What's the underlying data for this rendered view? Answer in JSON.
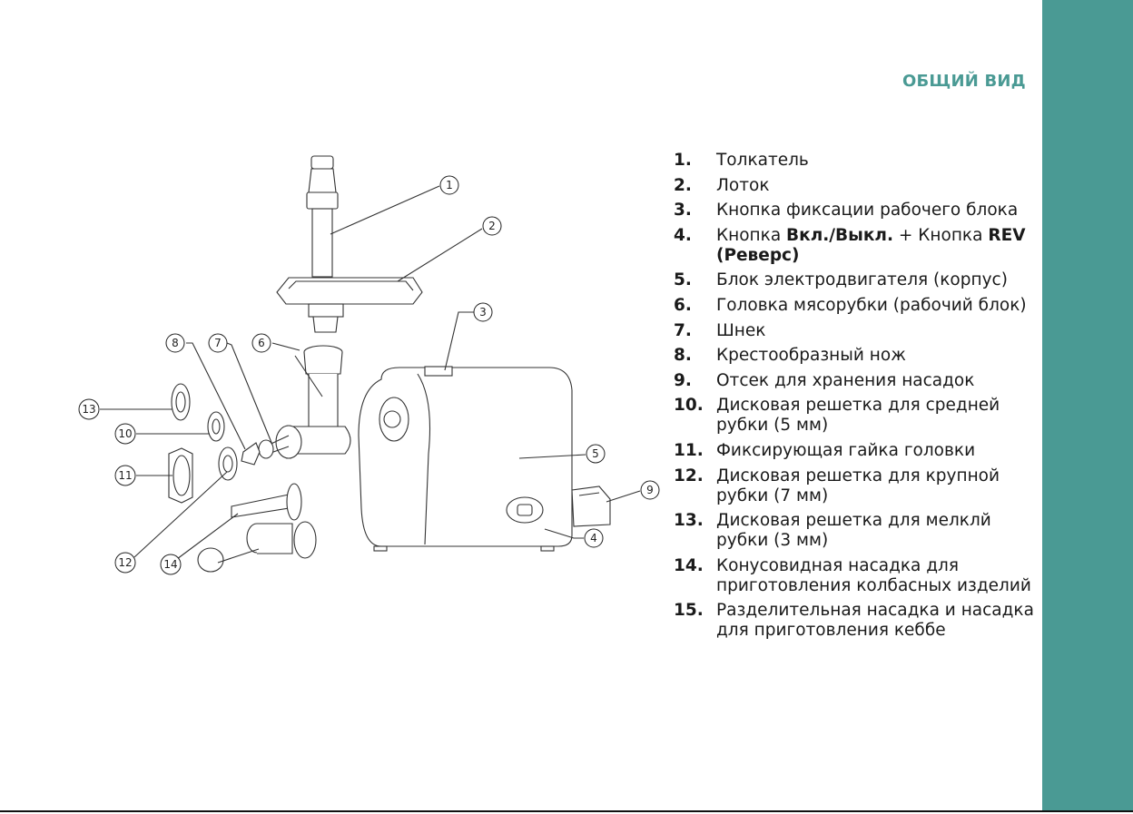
{
  "colors": {
    "accent": "#4a9a94",
    "text": "#1a1a1a"
  },
  "heading": "ОБЩИЙ ВИД",
  "parts": [
    {
      "num": "1.",
      "text": "Толкатель"
    },
    {
      "num": "2.",
      "text": "Лоток"
    },
    {
      "num": "3.",
      "text": "Кнопка фиксации рабочего блока"
    },
    {
      "num": "4.",
      "pre": "Кнопка ",
      "bold1": "Вкл./Выкл.",
      "mid": " + Кнопка ",
      "bold2": "REV (Реверс)"
    },
    {
      "num": "5.",
      "text": "Блок электродвигателя (корпус)"
    },
    {
      "num": "6.",
      "text": "Головка мясорубки (рабочий блок)"
    },
    {
      "num": "7.",
      "text": "Шнек"
    },
    {
      "num": "8.",
      "text": "Крестообразный нож"
    },
    {
      "num": "9.",
      "text": "Отсек для хранения насадок"
    },
    {
      "num": "10.",
      "text": "Дисковая решетка для средней рубки (5 мм)"
    },
    {
      "num": "11.",
      "text": "Фиксирующая гайка головки"
    },
    {
      "num": "12.",
      "text": "Дисковая решетка для крупной рубки (7 мм)"
    },
    {
      "num": "13.",
      "text": "Дисковая решетка для мелклй рубки (3 мм)"
    },
    {
      "num": "14.",
      "text": "Конусовидная насадка для приготовления колбасных изделий"
    },
    {
      "num": "15.",
      "text": "Разделительная насадка и насадка для приготовления кеббе"
    }
  ],
  "callouts": [
    "1",
    "2",
    "3",
    "4",
    "5",
    "6",
    "7",
    "8",
    "9",
    "10",
    "11",
    "12",
    "13",
    "14"
  ]
}
